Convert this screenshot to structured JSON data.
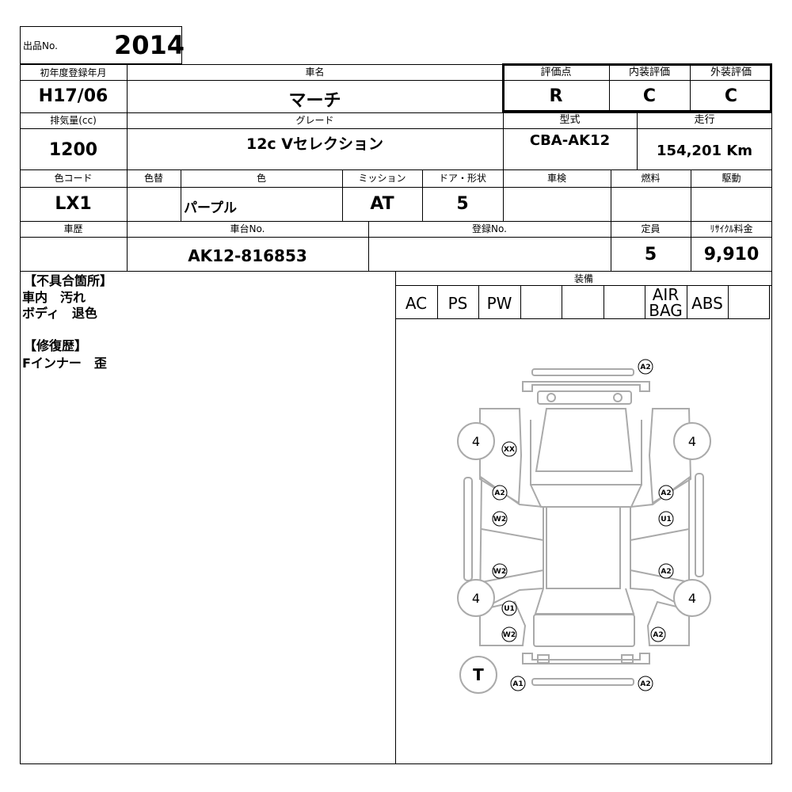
{
  "lot": {
    "label": "出品No.",
    "number": "2014"
  },
  "row1": {
    "first_reg_label": "初年度登録年月",
    "first_reg": "H17/06",
    "car_name_label": "車名",
    "car_name": "マーチ",
    "score_label": "評価点",
    "score": "R",
    "interior_label": "内装評価",
    "interior": "C",
    "exterior_label": "外装評価",
    "exterior": "C"
  },
  "row2": {
    "displacement_label": "排気量(cc)",
    "displacement": "1200",
    "grade_label": "グレード",
    "grade": "12c Vセレクション",
    "model_label": "型式",
    "model": "CBA-AK12",
    "mileage_label": "走行",
    "mileage": "154,201 Km"
  },
  "row3": {
    "color_code_label": "色コード",
    "color_code": "LX1",
    "repaint_label": "色替",
    "repaint": "",
    "color_label": "色",
    "color": "パープル",
    "mission_label": "ミッション",
    "mission": "AT",
    "doors_label": "ドア・形状",
    "doors": "5",
    "inspection_label": "車検",
    "inspection": "",
    "fuel_label": "燃料",
    "fuel": "",
    "drive_label": "駆動",
    "drive": ""
  },
  "row4": {
    "history_label": "車歴",
    "history": "",
    "chassis_label": "車台No.",
    "chassis": "AK12-816853",
    "reg_label": "登録No.",
    "reg": "",
    "capacity_label": "定員",
    "capacity": "5",
    "recycle_label": "ﾘｻｲｸﾙ料金",
    "recycle": "9,910"
  },
  "notes": {
    "defects_header": "【不具合箇所】",
    "defect_1": "車内　汚れ",
    "defect_2": "ボディ　退色",
    "repair_header": "【修復歴】",
    "repair_1": "Fインナー　歪"
  },
  "equipment": {
    "label": "装備",
    "items": [
      "AC",
      "PS",
      "PW",
      "",
      "",
      "",
      "AIR\nBAG",
      "ABS",
      ""
    ]
  },
  "diagram": {
    "tires": [
      "4",
      "4",
      "4",
      "4"
    ],
    "spare_tire": "T",
    "marks": [
      "A2",
      "XX",
      "A2",
      "W2",
      "A2",
      "U1",
      "W2",
      "A2",
      "U1",
      "W2",
      "A2",
      "A1",
      "A2"
    ]
  }
}
